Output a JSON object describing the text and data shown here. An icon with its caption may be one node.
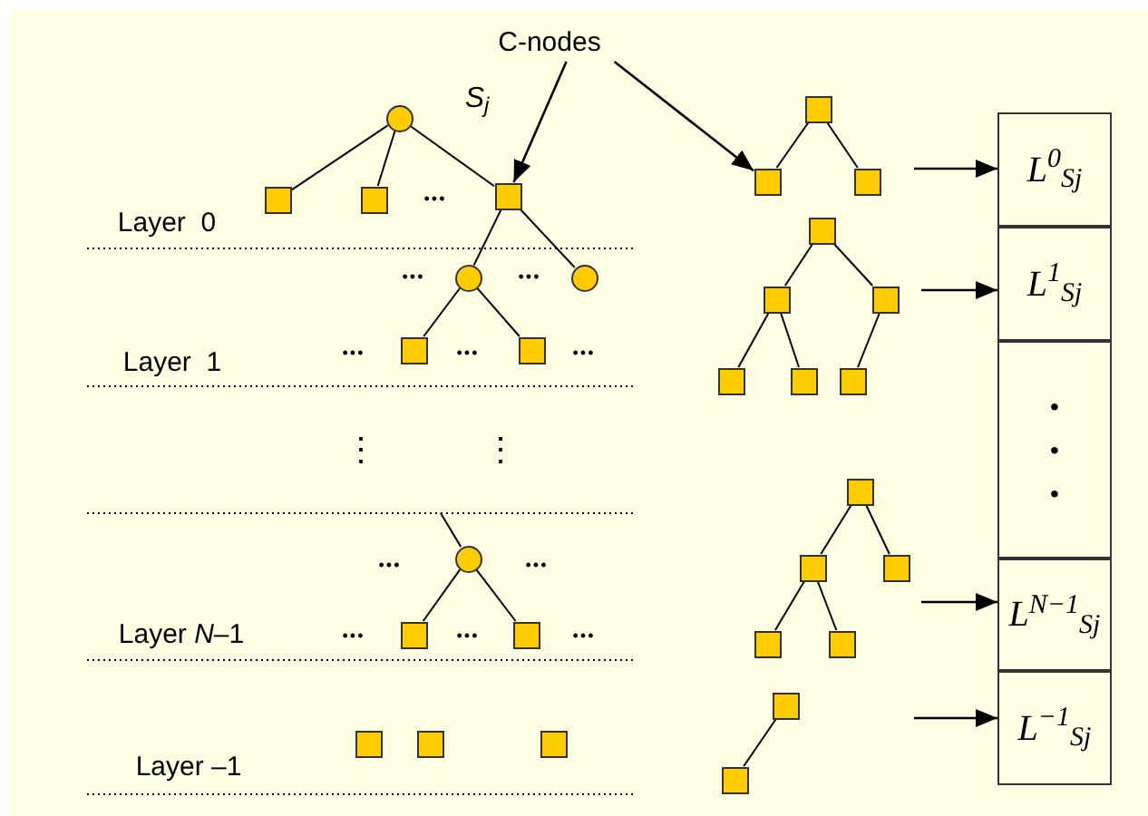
{
  "diagram": {
    "nodes": [
      {
        "text": [
          "C-nodes"
        ]
      },
      {
        "text": [],
        "shape": "circle"
      },
      {
        "text": [],
        "shape": "box"
      },
      {
        "text": [],
        "shape": "box"
      },
      {
        "text": [],
        "shape": "box"
      },
      {
        "text": [],
        "shape": "circle"
      },
      {
        "text": [],
        "shape": "circle"
      },
      {
        "text": [],
        "shape": "box"
      },
      {
        "text": [],
        "shape": "box"
      },
      {
        "text": [],
        "shape": "circle"
      },
      {
        "text": [],
        "shape": "box"
      },
      {
        "text": [],
        "shape": "box"
      },
      {
        "text": [],
        "shape": "box"
      },
      {
        "text": [],
        "shape": "box"
      },
      {
        "text": [],
        "shape": "box"
      },
      {
        "text": [],
        "shape": "box"
      },
      {
        "text": [],
        "shape": "box"
      },
      {
        "text": [],
        "shape": "box"
      },
      {
        "text": [],
        "shape": "box"
      },
      {
        "text": [],
        "shape": "box"
      },
      {
        "text": [],
        "shape": "box"
      },
      {
        "text": [],
        "shape": "box"
      },
      {
        "text": [],
        "shape": "box"
      },
      {
        "text": [],
        "shape": "box"
      },
      {
        "text": [],
        "shape": "box"
      },
      {
        "text": [],
        "shape": "box"
      },
      {
        "text": [],
        "shape": "box"
      },
      {
        "text": [],
        "shape": "box"
      },
      {
        "text": [],
        "shape": "box"
      },
      {
        "text": [],
        "shape": "box"
      },
      {
        "text": [],
        "shape": "box"
      },
      {
        "text": [
          "L$^{0}$$_{Sj}$"
        ]
      },
      {
        "text": [
          "L$^{1}$$_{Sj}$"
        ]
      },
      {
        "text": [
          "•",
          "•",
          "•"
        ]
      },
      {
        "text": [
          "L$^{N−1}$$_{Sj}$"
        ]
      },
      {
        "text": [
          "L$^{−1}$$_{Sj}$"
        ]
      }
    ],
    "edges": [
      {
        "from": 0,
        "to": 4,
        "arrow": "to"
      },
      {
        "from": 0,
        "to": 16,
        "arrow": "to"
      },
      {
        "from": 1,
        "to": 2,
        "arrow": "none"
      },
      {
        "from": 1,
        "to": 3,
        "arrow": "none"
      },
      {
        "from": 1,
        "to": 4,
        "arrow": "none"
      },
      {
        "from": 4,
        "to": 5,
        "arrow": "none"
      },
      {
        "from": 4,
        "to": 6,
        "arrow": "none"
      },
      {
        "from": 5,
        "to": 7,
        "arrow": "none"
      },
      {
        "from": 5,
        "to": 8,
        "arrow": "none"
      },
      {
        "from": null,
        "to": 9,
        "arrow": "none"
      },
      {
        "from": 9,
        "to": 10,
        "arrow": "none"
      },
      {
        "from": 9,
        "to": 11,
        "arrow": "none"
      },
      {
        "from": 15,
        "to": 16,
        "arrow": "none"
      },
      {
        "from": 15,
        "to": 17,
        "arrow": "none"
      },
      {
        "from": 18,
        "to": 19,
        "arrow": "none"
      },
      {
        "from": 18,
        "to": 20,
        "arrow": "none"
      },
      {
        "from": 19,
        "to": 21,
        "arrow": "none"
      },
      {
        "from": 19,
        "to": 22,
        "arrow": "none"
      },
      {
        "from": 20,
        "to": 23,
        "arrow": "none"
      },
      {
        "from": 24,
        "to": 25,
        "arrow": "none"
      },
      {
        "from": 24,
        "to": 26,
        "arrow": "none"
      },
      {
        "from": 25,
        "to": 27,
        "arrow": "none"
      },
      {
        "from": 25,
        "to": 28,
        "arrow": "none"
      },
      {
        "from": 29,
        "to": 30,
        "arrow": "none"
      },
      {
        "from": null,
        "to": 31,
        "arrow": "to"
      },
      {
        "from": null,
        "to": 32,
        "arrow": "to"
      },
      {
        "from": null,
        "to": 34,
        "arrow": "to"
      },
      {
        "from": null,
        "to": 35,
        "arrow": "to"
      }
    ],
    "labels": [
      "S$_{j}$",
      "•••",
      "Layer  0",
      "•••",
      "•••",
      "•••",
      "•••",
      "•••",
      "Layer  1",
      "⋮",
      "⋮",
      "•••",
      "•••",
      "Layer *N*–1",
      "•••",
      "•••",
      "•••",
      "Layer –1"
    ]
  }
}
